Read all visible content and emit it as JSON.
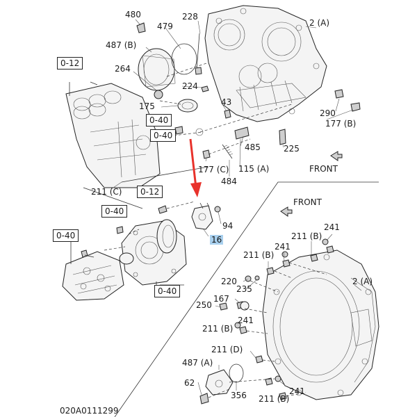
{
  "diagram_code": "020A0111299",
  "labels": {
    "l480": "480",
    "l479": "479",
    "l228": "228",
    "l2a_top": "2 (A)",
    "l487b": "487 (B)",
    "l264": "264",
    "l224": "224",
    "l175": "175",
    "l43": "43",
    "l290": "290",
    "l177b": "177 (B)",
    "l485": "485",
    "l225": "225",
    "l177c": "177 (C)",
    "l115a": "115 (A)",
    "l484": "484",
    "l211c": "211 (C)",
    "l94": "94",
    "l241_a": "241",
    "l211b_a": "211 (B)",
    "l241_b": "241",
    "l211b_b": "211 (B)",
    "l2a_bot": "2 (A)",
    "l220": "220",
    "l235": "235",
    "l167": "167",
    "l250": "250",
    "l241_c": "241",
    "l211b_c": "211 (B)",
    "l211d": "211 (D)",
    "l487a": "487 (A)",
    "l62": "62",
    "l356": "356",
    "l241_d": "241",
    "l211b_d": "211 (B)"
  },
  "boxes": {
    "b012_top": "0-12",
    "b040_top": "0-40",
    "b012_mid": "0-40",
    "b012_mid2": "0-12",
    "b040_left": "0-40",
    "b040_bot": "0-40",
    "b040_mid": "0-40"
  },
  "highlight": {
    "part": "16"
  },
  "front_labels": {
    "front_top": "FRONT",
    "front_mid": "FRONT"
  },
  "colors": {
    "arrow": "#e8322b",
    "highlight": "#a9d0ee",
    "line": "#333333"
  }
}
